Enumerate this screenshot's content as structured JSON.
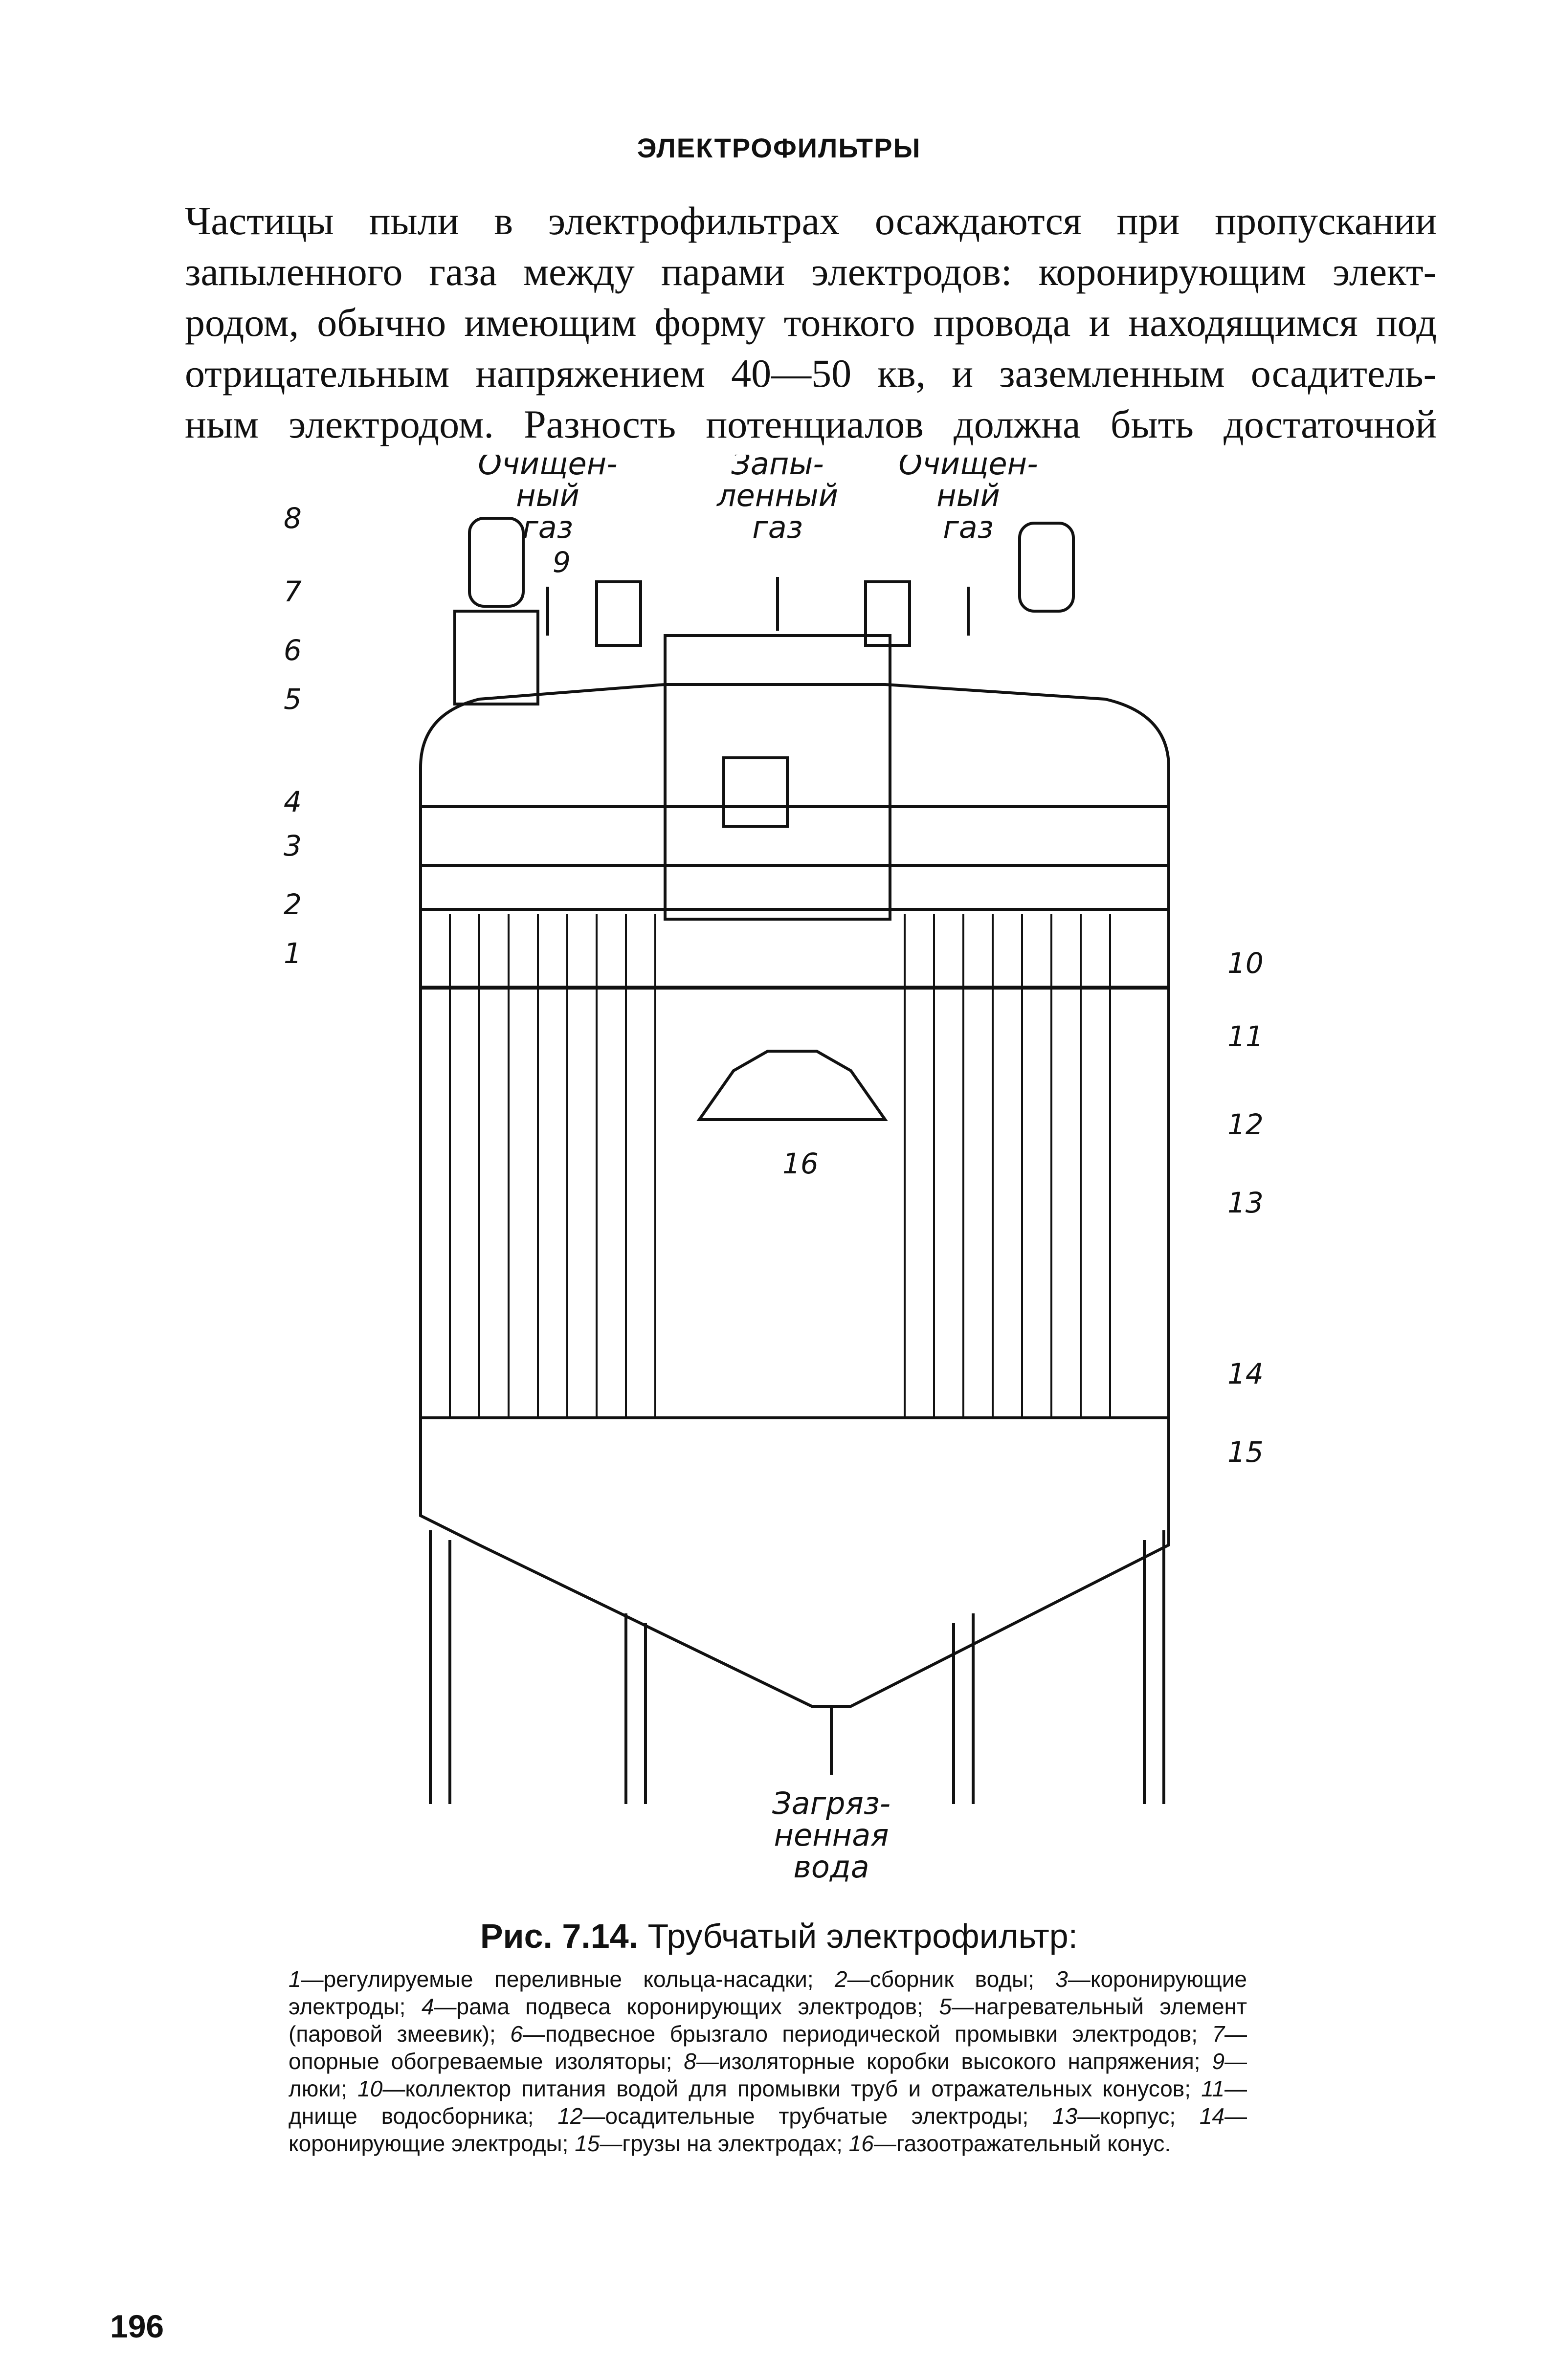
{
  "header": {
    "running_title": "ЭЛЕКТРОФИЛЬТРЫ"
  },
  "body": {
    "lines": [
      "Частицы пыли в электрофильтрах осаждаются при пропускании",
      "запыленного газа между парами электродов: коронирующим элект-",
      "родом, обычно имеющим форму тонкого провода и находящимся под",
      "отрицательным напряжением 40—50 кв, и заземленным осадитель-",
      "ным электродом. Разность потенциалов должна быть достаточной"
    ]
  },
  "figure": {
    "flow_labels": {
      "clean_gas_left": [
        "Очищен-",
        "ный",
        "газ"
      ],
      "dusty_gas": [
        "Запы-",
        "ленный",
        "газ"
      ],
      "clean_gas_right": [
        "Очищен-",
        "ный",
        "газ"
      ],
      "dirty_water": [
        "Загряз-",
        "ненная",
        "вода"
      ]
    },
    "callouts": [
      "8",
      "7",
      "6",
      "5",
      "4",
      "3",
      "2",
      "1",
      "9",
      "10",
      "11",
      "12",
      "13",
      "14",
      "15",
      "16"
    ]
  },
  "caption": {
    "prefix": "Рис. 7.14.",
    "title": "Трубчатый электрофильтр:",
    "items": [
      {
        "num": "1",
        "text": "—регулируемые переливные кольца-насадки;"
      },
      {
        "num": "2",
        "text": "—сборник воды;"
      },
      {
        "num": "3",
        "text": "—коронирующие электроды;"
      },
      {
        "num": "4",
        "text": "—рама подвеса коронирующих электродов;"
      },
      {
        "num": "5",
        "text": "—нагревательный элемент (паровой змеевик);"
      },
      {
        "num": "6",
        "text": "—подвесное брызгало периодической промывки электродов;"
      },
      {
        "num": "7",
        "text": "—опорные обогреваемые изоляторы;"
      },
      {
        "num": "8",
        "text": "—изоляторные коробки высокого напряжения;"
      },
      {
        "num": "9",
        "text": "—люки;"
      },
      {
        "num": "10",
        "text": "—коллектор питания водой для промывки труб и отражательных конусов;"
      },
      {
        "num": "11",
        "text": "—днище водосборника;"
      },
      {
        "num": "12",
        "text": "—осадительные трубчатые электроды;"
      },
      {
        "num": "13",
        "text": "—корпус;"
      },
      {
        "num": "14",
        "text": "—коронирующие электроды;"
      },
      {
        "num": "15",
        "text": "—грузы на электродах;"
      },
      {
        "num": "16",
        "text": "—газоотражательный конус."
      }
    ]
  },
  "page_number": "196"
}
